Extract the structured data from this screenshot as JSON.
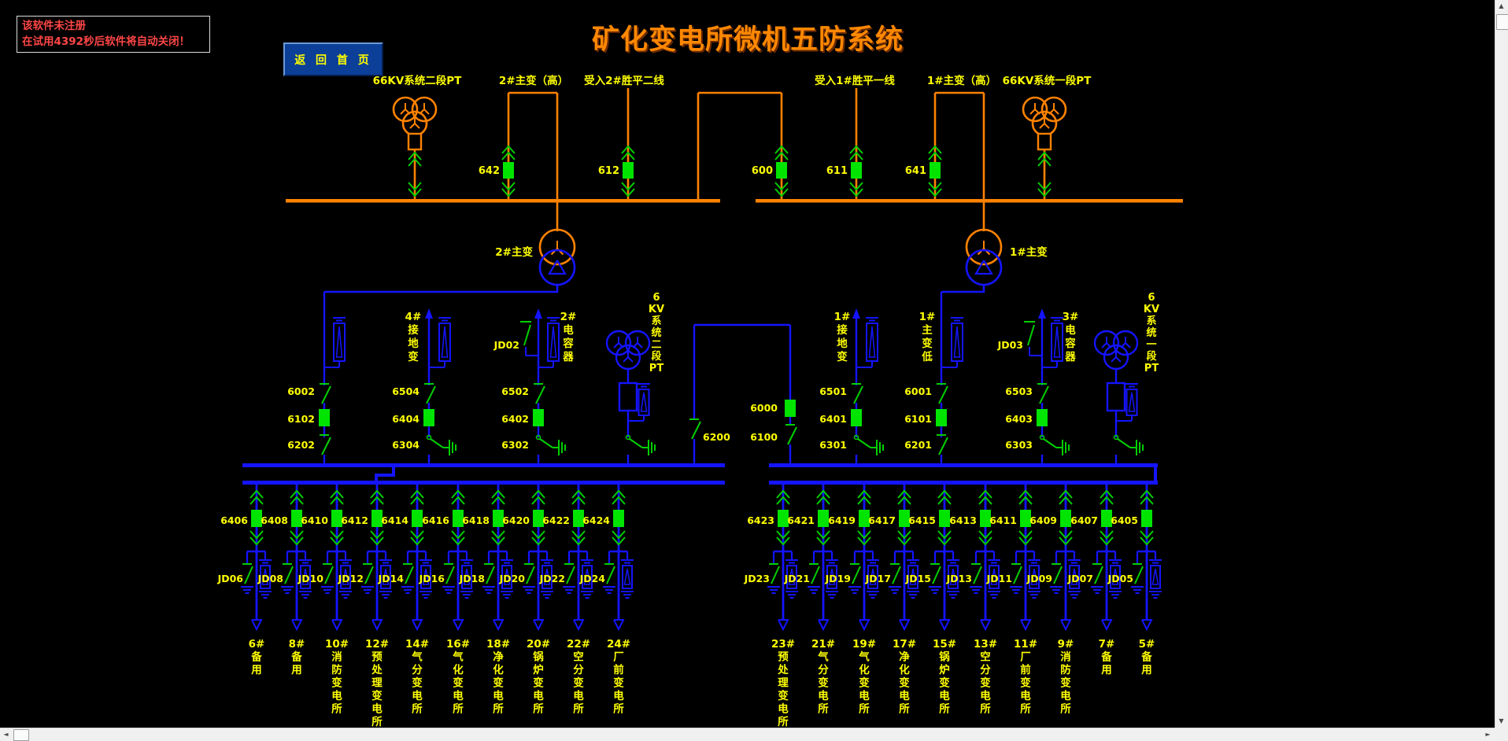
{
  "title": "矿化变电所微机五防系统",
  "warning": {
    "line1": "该软件未注册",
    "line2": "在试用4392秒后软件将自动关闭！"
  },
  "nav": {
    "home_button": "返 回 首 页"
  },
  "colors": {
    "background": "#000000",
    "hv_line": "#ff8200",
    "lv_line": "#1414ff",
    "device_green": "#00d000",
    "breaker_on": "#00e400",
    "label_yellow": "#ffff00",
    "title_orange": "#ff8800",
    "warning_red": "#ff4646",
    "button_blue": "#0c3f97",
    "scrollbar_gray": "#f0f0f0"
  },
  "hv_section": {
    "pt2": {
      "label": "66KV系统二段PT"
    },
    "t2_high": {
      "label": "2#主变（高）",
      "breaker": "642"
    },
    "incoming2": {
      "label": "受入2#胜平二线",
      "breaker": "612"
    },
    "tie": {
      "breaker": "600"
    },
    "incoming1": {
      "label": "受入1#胜平一线",
      "breaker": "611"
    },
    "t1_high": {
      "label": "1#主变（高）",
      "breaker": "641"
    },
    "pt1": {
      "label": "66KV系统一段PT"
    }
  },
  "transformers": {
    "t2": "2#主变",
    "t1": "1#主变"
  },
  "mv_section": {
    "t2_lv": {
      "breakers": [
        "6002",
        "6102",
        "6202"
      ]
    },
    "gt4": {
      "label": "4#接地变",
      "breakers": [
        "6504",
        "6404",
        "6304"
      ]
    },
    "cap2": {
      "label": "2#电容器",
      "earth": "JD02",
      "breakers": [
        "6502",
        "6402",
        "6302"
      ]
    },
    "pt2": {
      "label": "6KV系统二段PT"
    },
    "tie": {
      "breakers": [
        "6000",
        "6100",
        "6200"
      ]
    },
    "gt1": {
      "label": "1#接地变",
      "breakers": [
        "6501",
        "6401",
        "6301"
      ]
    },
    "t1_lv": {
      "label": "1#主变低",
      "breakers": [
        "6001",
        "6101",
        "6201"
      ]
    },
    "cap3": {
      "label": "3#电容器",
      "earth": "JD03",
      "breakers": [
        "6503",
        "6403",
        "6303"
      ]
    },
    "pt1": {
      "label": "6KV系统一段PT"
    }
  },
  "feeders": {
    "left": [
      {
        "breaker": "6406",
        "earth": "JD06",
        "name": "6#备用"
      },
      {
        "breaker": "6408",
        "earth": "JD08",
        "name": "8#备用"
      },
      {
        "breaker": "6410",
        "earth": "JD10",
        "name": "10#消防变电所"
      },
      {
        "breaker": "6412",
        "earth": "JD12",
        "name": "12#预处理变电所"
      },
      {
        "breaker": "6414",
        "earth": "JD14",
        "name": "14#气分变电所"
      },
      {
        "breaker": "6416",
        "earth": "JD16",
        "name": "16#气化变电所"
      },
      {
        "breaker": "6418",
        "earth": "JD18",
        "name": "18#净化变电所"
      },
      {
        "breaker": "6420",
        "earth": "JD20",
        "name": "20#锅炉变电所"
      },
      {
        "breaker": "6422",
        "earth": "JD22",
        "name": "22#空分变电所"
      },
      {
        "breaker": "6424",
        "earth": "JD24",
        "name": "24#厂前变电所"
      }
    ],
    "right": [
      {
        "breaker": "6423",
        "earth": "JD23",
        "name": "23#预处理变电所"
      },
      {
        "breaker": "6421",
        "earth": "JD21",
        "name": "21#气分变电所"
      },
      {
        "breaker": "6419",
        "earth": "JD19",
        "name": "19#气化变电所"
      },
      {
        "breaker": "6417",
        "earth": "JD17",
        "name": "17#净化变电所"
      },
      {
        "breaker": "6415",
        "earth": "JD15",
        "name": "15#锅炉变电所"
      },
      {
        "breaker": "6413",
        "earth": "JD13",
        "name": "13#空分变电所"
      },
      {
        "breaker": "6411",
        "earth": "JD11",
        "name": "11#厂前变电所"
      },
      {
        "breaker": "6409",
        "earth": "JD09",
        "name": "9#消防变电所"
      },
      {
        "breaker": "6407",
        "earth": "JD07",
        "name": "7#备用"
      },
      {
        "breaker": "6405",
        "earth": "JD05",
        "name": "5#备用"
      }
    ]
  },
  "scrollbar": {
    "up": "▲",
    "down": "▼",
    "left": "◄",
    "right": "►"
  }
}
